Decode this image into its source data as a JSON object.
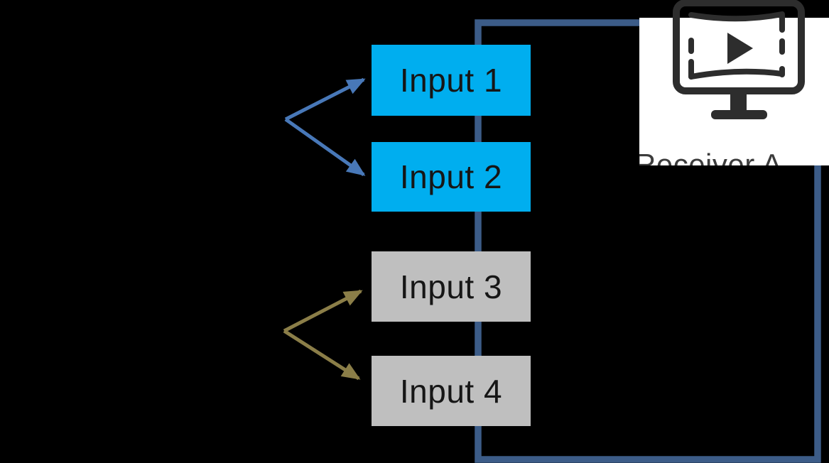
{
  "diagram": {
    "inputs": [
      {
        "label": "Input 1",
        "fill": "#00AEEF",
        "label_color": "#161616"
      },
      {
        "label": "Input 2",
        "fill": "#00AEEF",
        "label_color": "#161616"
      },
      {
        "label": "Input 3",
        "fill": "#BFBFBF",
        "label_color": "#161616"
      },
      {
        "label": "Input 4",
        "fill": "#BFBFBF",
        "label_color": "#161616"
      }
    ],
    "receiver": {
      "label": "Receiver A",
      "icon": "video-player-monitor-icon",
      "card_color": "#FFFFFF",
      "icon_color": "#2D2D2D",
      "label_color": "#3C3C3C"
    },
    "colors": {
      "background": "#000000",
      "connector": "#3C5C88",
      "arrow_to_active_inputs": "#4878B8",
      "arrow_to_inactive_inputs": "#8B7E48"
    }
  }
}
